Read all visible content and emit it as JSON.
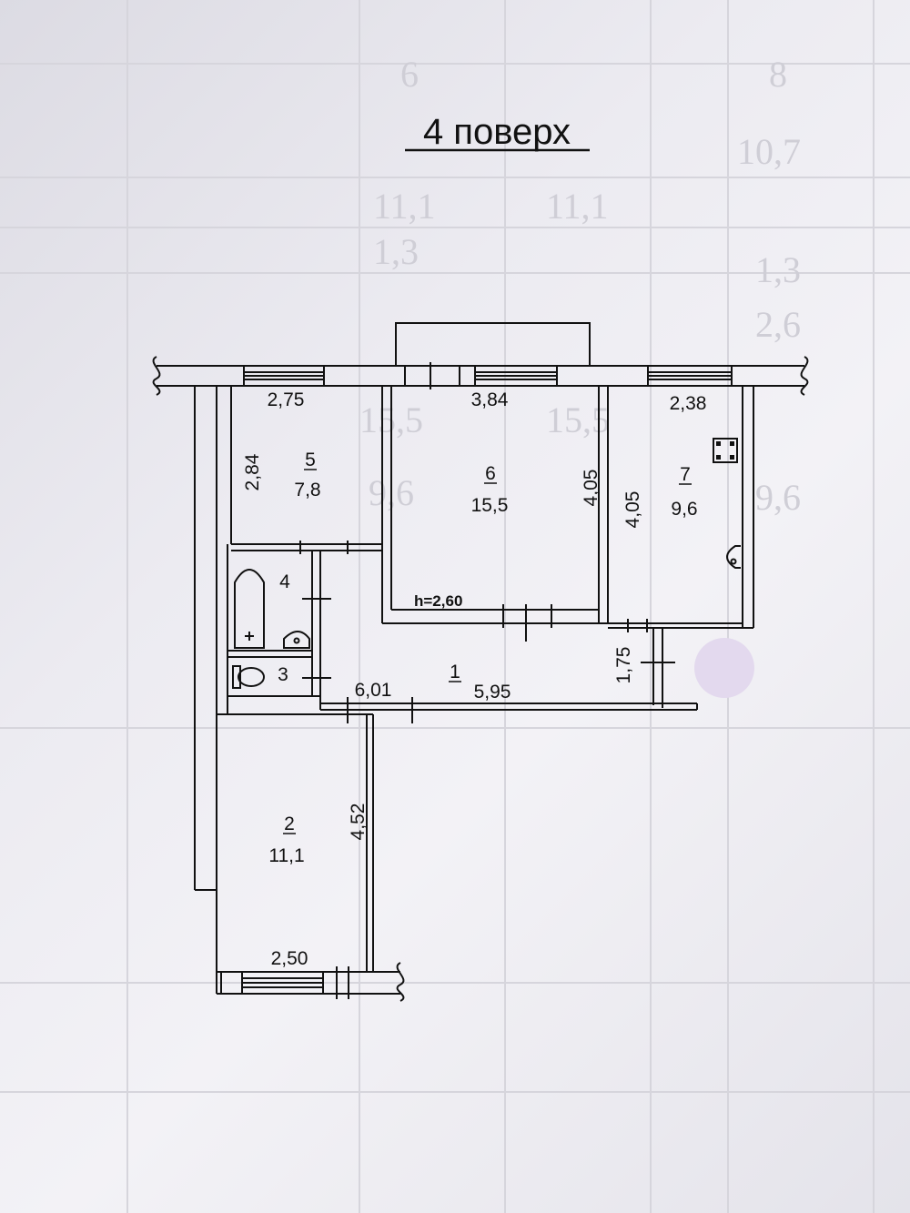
{
  "title": "4 поверх",
  "ceiling_height": "h=2,60",
  "rooms": [
    {
      "id": "room-1",
      "number": "1",
      "area": "5,95"
    },
    {
      "id": "room-2",
      "number": "2",
      "area": "11,1"
    },
    {
      "id": "room-3",
      "number": "3",
      "area": ""
    },
    {
      "id": "room-4",
      "number": "4",
      "area": ""
    },
    {
      "id": "room-5",
      "number": "5",
      "area": "7,8"
    },
    {
      "id": "room-6",
      "number": "6",
      "area": "15,5"
    },
    {
      "id": "room-7",
      "number": "7",
      "area": "9,6"
    }
  ],
  "dimensions": {
    "room5_width": "2,75",
    "room6_width": "3,84",
    "room7_width": "2,38",
    "room5_depth": "2,84",
    "room6_depth": "4,05",
    "room7_depth": "4,05",
    "corridor_length": "6,01",
    "corridor_end": "1,75",
    "room2_depth": "4,52",
    "room2_width": "2,50"
  },
  "background_ghost_text": [
    "10,7",
    "11,1",
    "11,1",
    "1,3",
    "1,3",
    "2,6",
    "15,5",
    "15,5",
    "9,6",
    "9,6",
    "6",
    "8"
  ],
  "colors": {
    "ink": "#111111",
    "paper": "#ecebf1",
    "marker": "#e3d9ee",
    "ghost": "#cfced6"
  }
}
